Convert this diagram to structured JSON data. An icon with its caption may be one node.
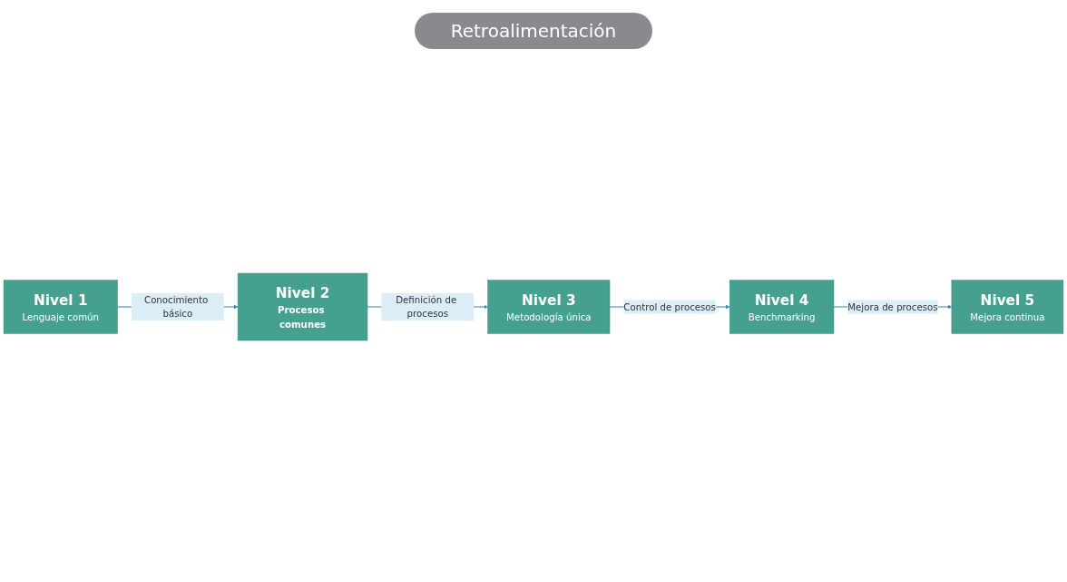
{
  "diagram": {
    "nodes": [
      {
        "text": [
          "Nivel 1",
          "Lenguaje común"
        ]
      },
      {
        "text": [
          "Nivel 2",
          "Procesos comunes"
        ]
      },
      {
        "text": [
          "Nivel 3",
          "Metodología única"
        ]
      },
      {
        "text": [
          "Nivel 4",
          "Benchmarking"
        ]
      },
      {
        "text": [
          "Nivel 5",
          "Mejora continua"
        ]
      }
    ],
    "edges": [
      {
        "from": 0,
        "to": 1,
        "arrow": "to",
        "label": "Conocimiento básico"
      },
      {
        "from": 1,
        "to": 2,
        "arrow": "to",
        "label": "Definición de procesos"
      },
      {
        "from": 2,
        "to": 3,
        "arrow": "to",
        "label": "Control de procesos"
      },
      {
        "from": 3,
        "to": 4,
        "arrow": "to",
        "label": "Mejora de procesos"
      }
    ],
    "labels": [
      "Retroalimentación"
    ]
  }
}
